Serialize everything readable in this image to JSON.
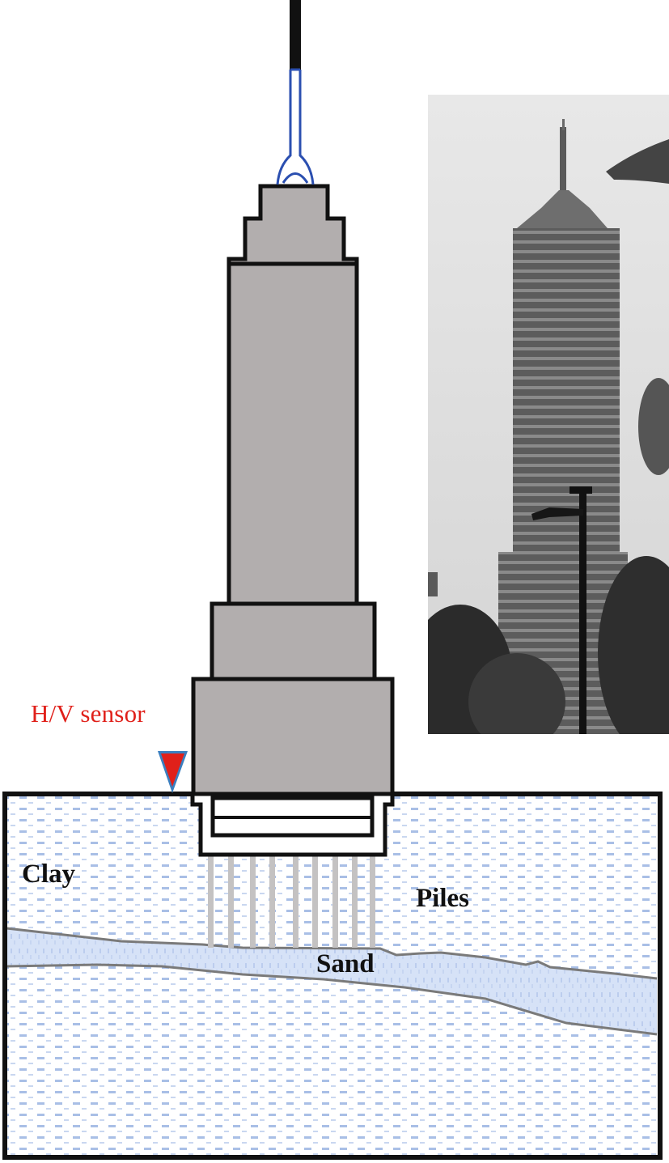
{
  "figure": {
    "type": "schematic cross-section with photograph",
    "subject": "Tower on pile foundation over clay and sand layers"
  },
  "labels": {
    "sensor": "H/V sensor",
    "clay": "Clay",
    "piles": "Piles",
    "sand": "Sand"
  },
  "icons": {
    "sensor_marker": "inverted-triangle-icon"
  },
  "colors": {
    "sensor_text": "#e0201a",
    "sensor_marker_fill": "#e0201a",
    "sensor_marker_outline": "#3a7fc0",
    "building_fill": "#b2aeae",
    "outline": "#111111",
    "antenna_outline": "#2b4fb0",
    "clay_dash": "#a9bfe6",
    "sand_fill": "#d6e2f7",
    "sand_boundary": "#7a7a7a",
    "pile_fill": "#c4c2c2",
    "photo_sky": "#dcdcdc"
  },
  "building": {
    "sections": [
      "spire",
      "stepped crown",
      "main shaft",
      "lower setback",
      "podium",
      "basement / foundation box"
    ],
    "pile_count": 9
  },
  "photo": {
    "description": "Black-and-white photograph of the tower with street lamp and trees"
  }
}
